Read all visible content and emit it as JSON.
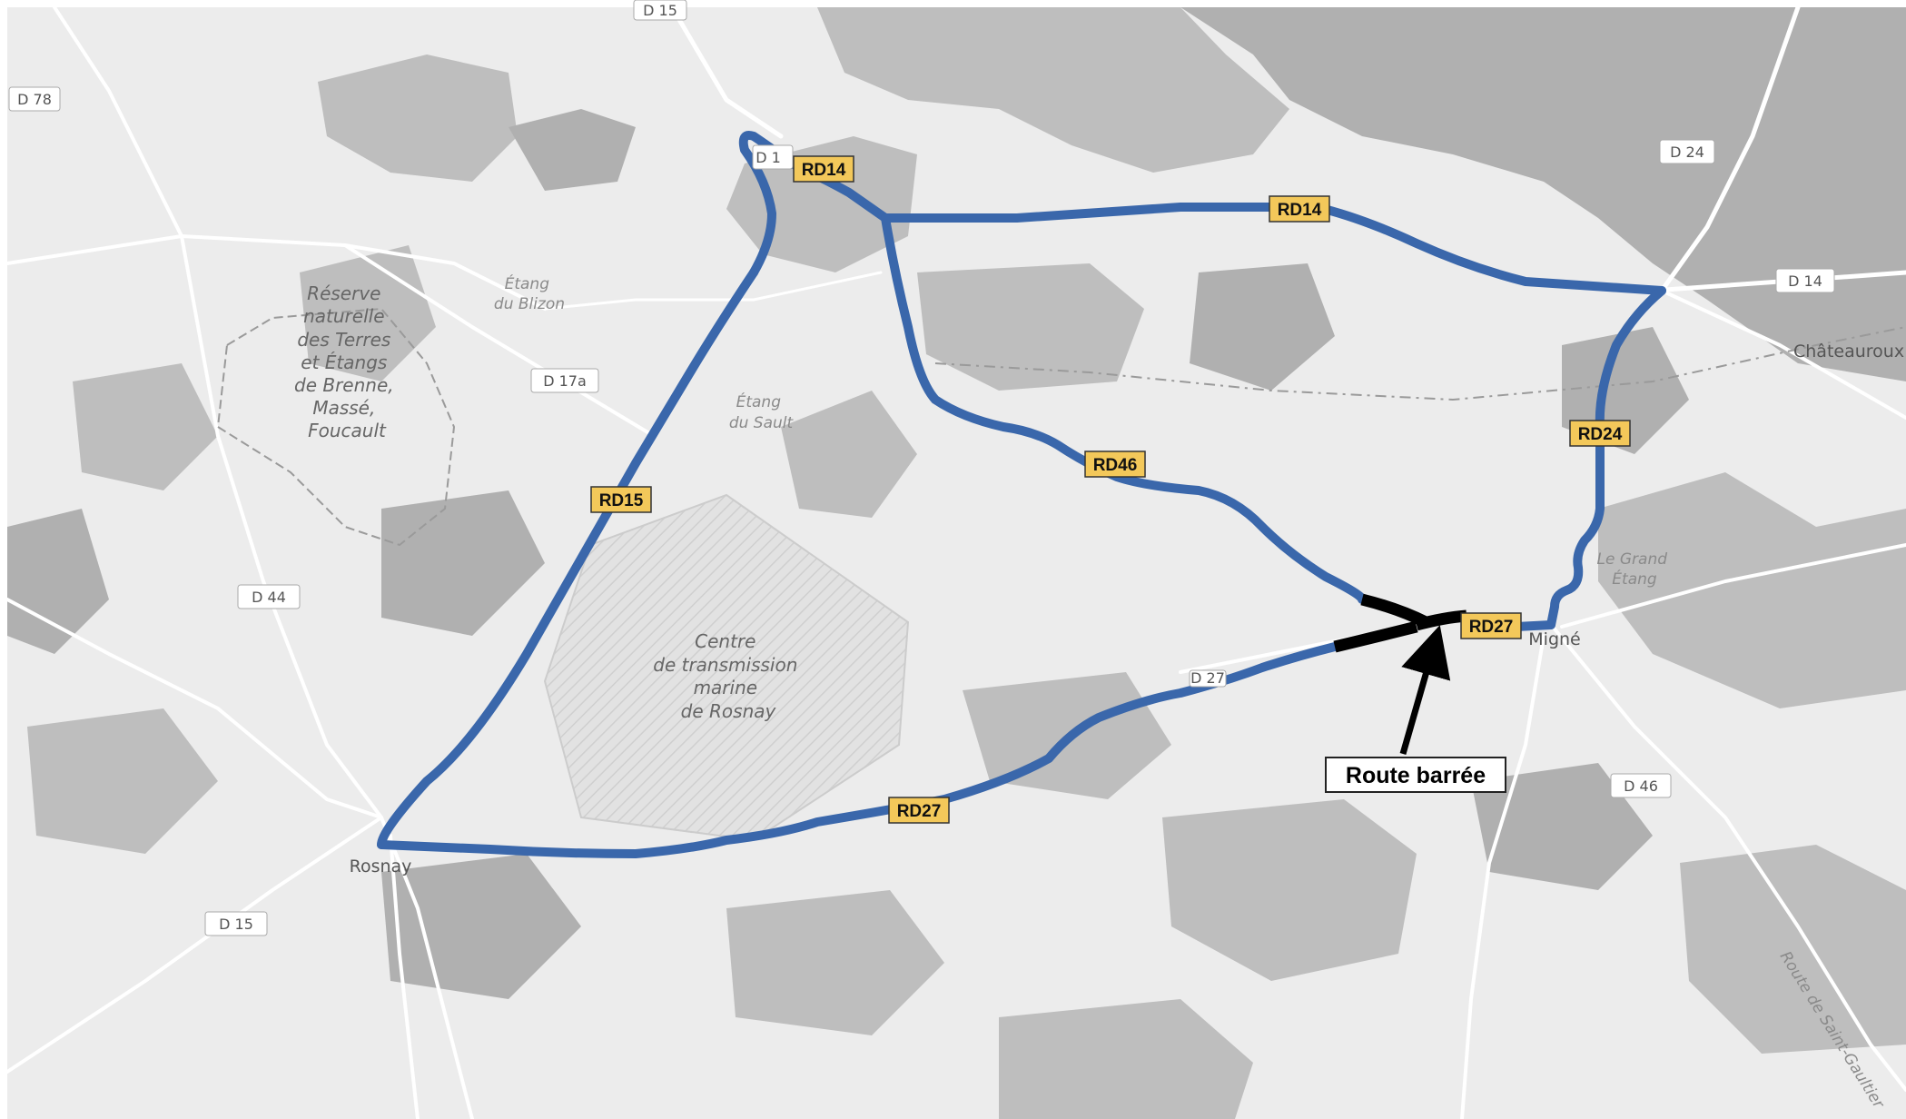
{
  "map": {
    "colors": {
      "land": "#ececec",
      "forest": "#bebebe",
      "forest_dark": "#b0b0b0",
      "route": "#3a67ab",
      "blocked": "#000000",
      "rd_label": "#f3c85a"
    },
    "route_labels": [
      {
        "id": "rd14-west",
        "text": "RD14"
      },
      {
        "id": "rd14-east",
        "text": "RD14"
      },
      {
        "id": "rd15",
        "text": "RD15"
      },
      {
        "id": "rd46",
        "text": "RD46"
      },
      {
        "id": "rd24",
        "text": "RD24"
      },
      {
        "id": "rd27-east",
        "text": "RD27"
      },
      {
        "id": "rd27-south",
        "text": "RD27"
      }
    ],
    "road_shields": [
      {
        "id": "d15-top",
        "text": "D 15"
      },
      {
        "id": "d78",
        "text": "D 78"
      },
      {
        "id": "d14-partial",
        "text": "D 1"
      },
      {
        "id": "d24",
        "text": "D 24"
      },
      {
        "id": "d14-east",
        "text": "D 14"
      },
      {
        "id": "d17a",
        "text": "D 17a"
      },
      {
        "id": "d44",
        "text": "D 44"
      },
      {
        "id": "d15-bottom",
        "text": "D 15"
      },
      {
        "id": "d46",
        "text": "D 46"
      },
      {
        "id": "d27-partial",
        "text": "D 27"
      }
    ],
    "places": {
      "reserve": [
        "Réserve",
        "naturelle",
        "des Terres",
        "et Étangs",
        "de Brenne,",
        "Massé,",
        "Foucault"
      ],
      "etang_blizon": [
        "Étang",
        "du Blizon"
      ],
      "etang_sault": [
        "Étang",
        "du Sault"
      ],
      "centre": [
        "Centre",
        "de transmission",
        "marine",
        "de Rosnay"
      ],
      "le_grand_etang": [
        "Le Grand",
        "Étang"
      ],
      "rosnay": "Rosnay",
      "migne": "Migné",
      "chateauroux": "Châteauroux",
      "route_saint_gaultier": "Route de Saint-Gaultier"
    },
    "callout": "Route barrée"
  }
}
